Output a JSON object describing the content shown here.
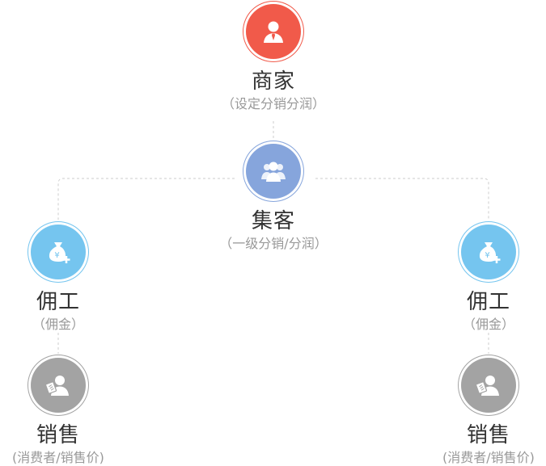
{
  "nodes": {
    "merchant": {
      "title": "商家",
      "subtitle": "（设定分销分润）",
      "color": "#f15a4a",
      "icon": "user-tie-icon"
    },
    "customer": {
      "title": "集客",
      "subtitle": "（一级分销/分润）",
      "color": "#86a5dc",
      "icon": "group-icon"
    },
    "worker_left": {
      "title": "佣工",
      "subtitle": "（佣金）",
      "color": "#75c5ef",
      "icon": "money-bag-icon"
    },
    "worker_right": {
      "title": "佣工",
      "subtitle": "（佣金）",
      "color": "#75c5ef",
      "icon": "money-bag-icon"
    },
    "sales_left": {
      "title": "销售",
      "subtitle": "(消费者/销售价)",
      "color": "#a3a3a3",
      "icon": "user-card-icon"
    },
    "sales_right": {
      "title": "销售",
      "subtitle": "(消费者/销售价)",
      "color": "#a3a3a3",
      "icon": "user-card-icon"
    }
  },
  "colors": {
    "connector": "#cccccc"
  }
}
